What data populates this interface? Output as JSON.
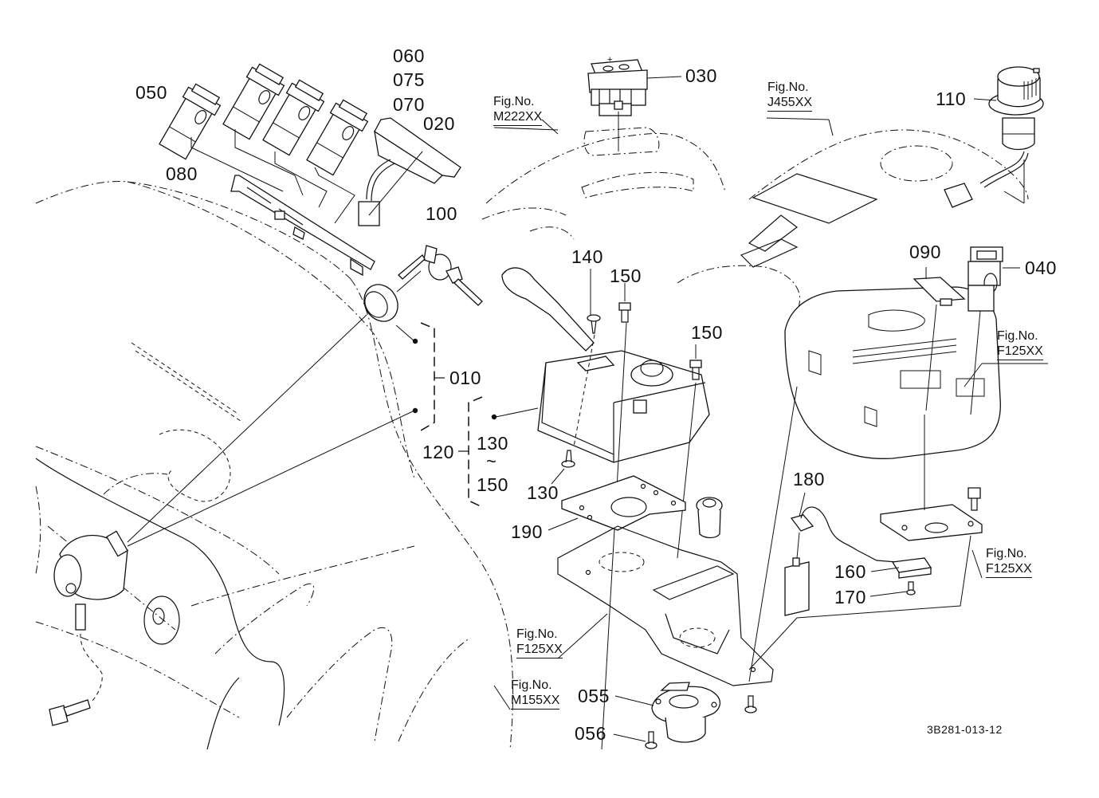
{
  "diagram": {
    "type": "exploded-parts-diagram",
    "document_id": "3B281-013-12",
    "part_labels": [
      {
        "id": "l060",
        "text": "060"
      },
      {
        "id": "l075",
        "text": "075"
      },
      {
        "id": "l070",
        "text": "070"
      },
      {
        "id": "l050",
        "text": "050"
      },
      {
        "id": "l020",
        "text": "020"
      },
      {
        "id": "l080",
        "text": "080"
      },
      {
        "id": "l100",
        "text": "100"
      },
      {
        "id": "l030",
        "text": "030"
      },
      {
        "id": "l110",
        "text": "110"
      },
      {
        "id": "l090",
        "text": "090"
      },
      {
        "id": "l040",
        "text": "040"
      },
      {
        "id": "l140",
        "text": "140"
      },
      {
        "id": "l150a",
        "text": "150"
      },
      {
        "id": "l150b",
        "text": "150"
      },
      {
        "id": "l010",
        "text": "010"
      },
      {
        "id": "l120",
        "text": "120"
      },
      {
        "id": "l130r",
        "text": "130"
      },
      {
        "id": "l150r",
        "text": "150"
      },
      {
        "id": "l130",
        "text": "130"
      },
      {
        "id": "l190",
        "text": "190"
      },
      {
        "id": "l180",
        "text": "180"
      },
      {
        "id": "l160",
        "text": "160"
      },
      {
        "id": "l170",
        "text": "170"
      },
      {
        "id": "l055",
        "text": "055"
      },
      {
        "id": "l056",
        "text": "056"
      }
    ],
    "range_symbol": "~",
    "figure_references": [
      {
        "prefix": "Fig.No.",
        "code": "M222XX"
      },
      {
        "prefix": "Fig.No.",
        "code": "J455XX"
      },
      {
        "prefix": "Fig.No.",
        "code": "F125XX"
      },
      {
        "prefix": "Fig.No.",
        "code": "F125XX"
      },
      {
        "prefix": "Fig.No.",
        "code": "F125XX"
      },
      {
        "prefix": "Fig.No.",
        "code": "M155XX"
      }
    ],
    "groups": [
      {
        "label": "010",
        "members": [
          "ignition-switch",
          "nut"
        ]
      },
      {
        "label": "120",
        "members_range": "130 ~ 150"
      }
    ]
  }
}
